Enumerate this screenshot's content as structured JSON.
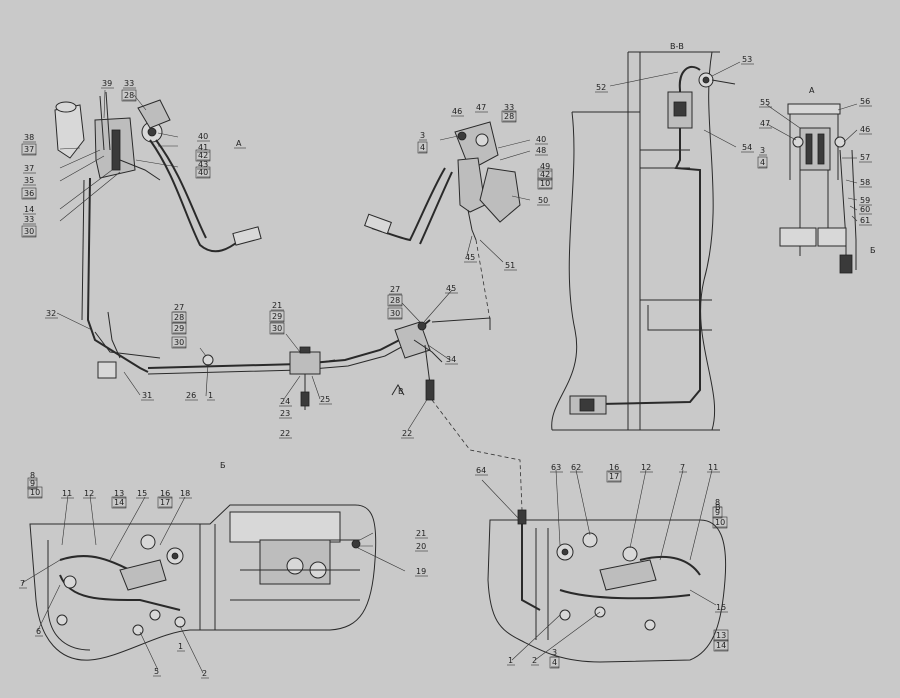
{
  "views": {
    "view_a": "А",
    "view_a2": "A",
    "view_b": "Б",
    "view_b2": "Б",
    "view_v": "В",
    "view_vv": "В-В",
    "arrow_v": "В"
  },
  "callouts": [
    "39",
    "33",
    "28",
    "38",
    "37",
    "37",
    "35",
    "36",
    "14",
    "33",
    "30",
    "40",
    "41",
    "42",
    "43",
    "40",
    "3",
    "4",
    "46",
    "47",
    "33",
    "28",
    "40",
    "48",
    "49",
    "42",
    "10",
    "50",
    "45",
    "51",
    "32",
    "31",
    "27",
    "28",
    "29",
    "30",
    "26",
    "1",
    "21",
    "29",
    "30",
    "24",
    "23",
    "25",
    "22",
    "27",
    "28",
    "30",
    "45",
    "34",
    "22",
    "52",
    "53",
    "54",
    "55",
    "47",
    "3",
    "4",
    "56",
    "46",
    "57",
    "58",
    "59",
    "60",
    "61",
    "8",
    "9",
    "10",
    "11",
    "12",
    "13",
    "14",
    "15",
    "16",
    "17",
    "18",
    "7",
    "6",
    "5",
    "2",
    "1",
    "21",
    "20",
    "19",
    "64",
    "63",
    "62",
    "16",
    "17",
    "12",
    "7",
    "11",
    "8",
    "9",
    "10",
    "1",
    "2",
    "3",
    "4",
    "15",
    "13",
    "14"
  ]
}
